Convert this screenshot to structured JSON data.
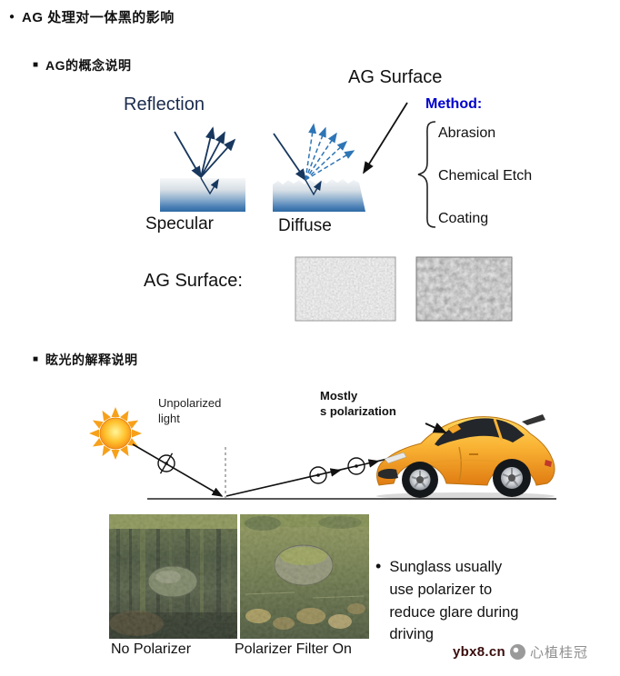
{
  "title": {
    "marker": "●",
    "text": "AG 处理对一体黑的影响"
  },
  "concept": {
    "marker": "■",
    "heading": "AG的概念说明",
    "reflection_label": "Reflection",
    "ag_surface_title": "AG Surface",
    "method_label": "Method:",
    "methods": [
      "Abrasion",
      "Chemical Etch",
      "Coating"
    ],
    "specular_label": "Specular",
    "diffuse_label": "Diffuse",
    "ag_surface_caption": "AG Surface:"
  },
  "glare": {
    "marker": "■",
    "heading": "眩光的解释说明",
    "unpolarized_label": "Unpolarized\nlight",
    "mostly_label": "Mostly\ns polarization",
    "note_bullet": "•",
    "note_text": "Sunglass usually\nuse polarizer to\nreduce glare during\ndriving",
    "photo1_caption": "No Polarizer",
    "photo2_caption": "Polarizer Filter On"
  },
  "watermark": {
    "site": "ybx8.cn",
    "brand": "心植桂冠"
  },
  "colors": {
    "method_blue": "#0000cd",
    "surface_blue": "#2e6aa3",
    "arrow_navy": "#17375e",
    "scatter_blue": "#2e75b6",
    "car_yellow": "#f9b233",
    "sun_orange": "#f58613"
  }
}
